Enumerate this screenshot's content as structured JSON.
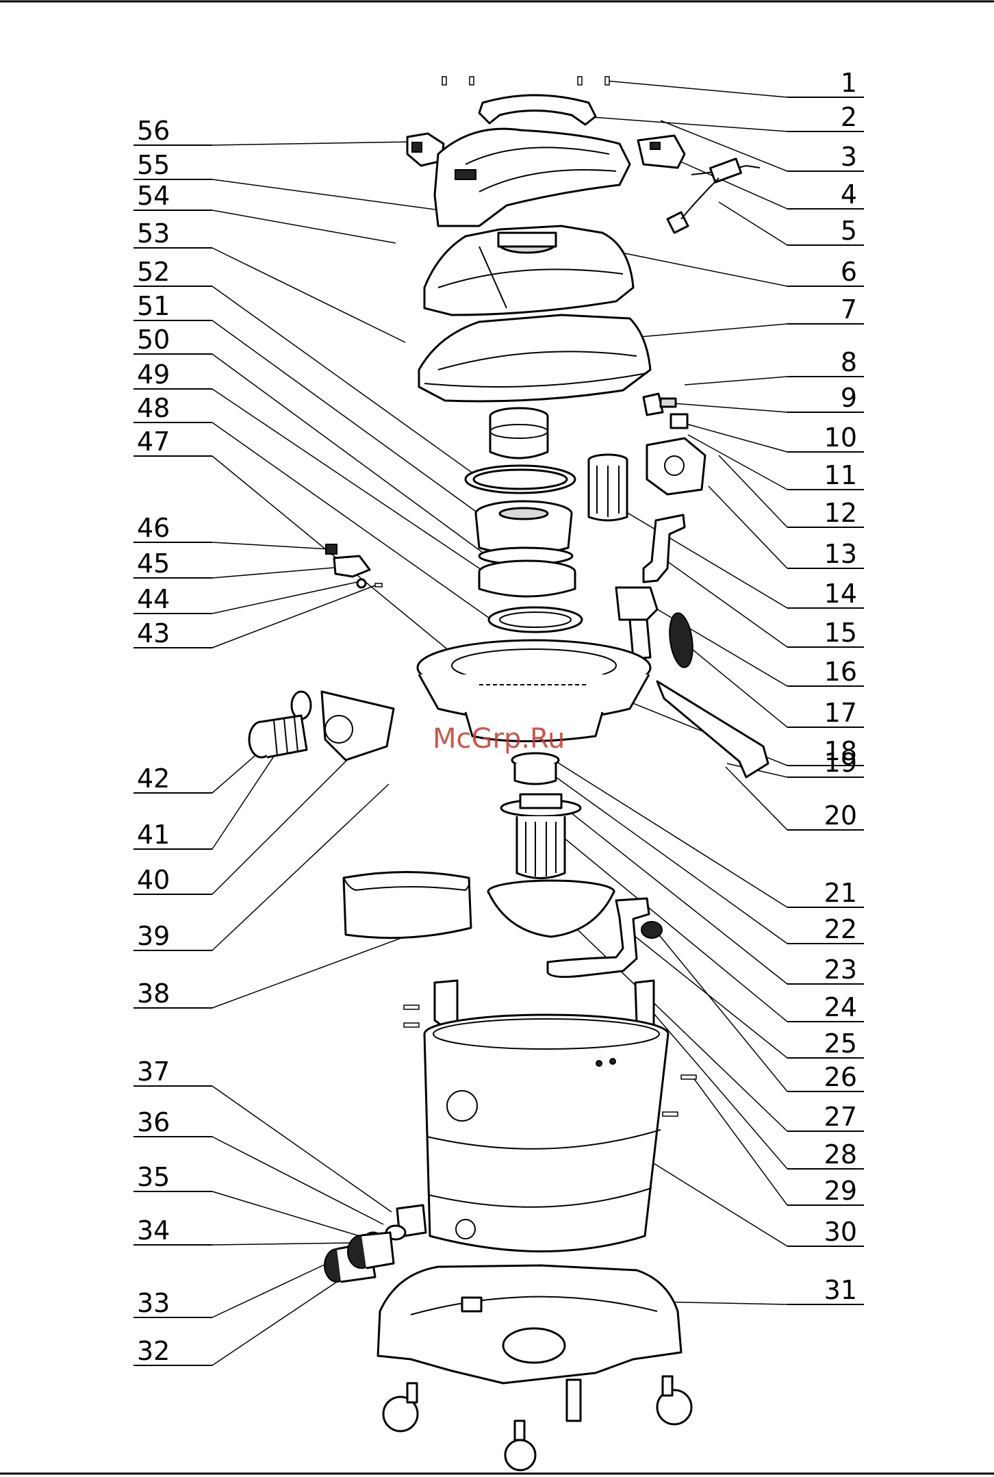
{
  "watermark": "McGrp.Ru",
  "callouts_left": [
    "56",
    "55",
    "54",
    "53",
    "52",
    "51",
    "50",
    "49",
    "48",
    "47",
    "46",
    "45",
    "44",
    "43",
    "42",
    "41",
    "40",
    "39",
    "38",
    "37",
    "36",
    "35",
    "34",
    "33",
    "32"
  ],
  "callouts_right": [
    "1",
    "2",
    "3",
    "4",
    "5",
    "6",
    "7",
    "8",
    "9",
    "10",
    "11",
    "12",
    "13",
    "14",
    "15",
    "16",
    "17",
    "18",
    "19",
    "20",
    "21",
    "22",
    "23",
    "24",
    "25",
    "26",
    "27",
    "28",
    "29",
    "30",
    "31"
  ]
}
